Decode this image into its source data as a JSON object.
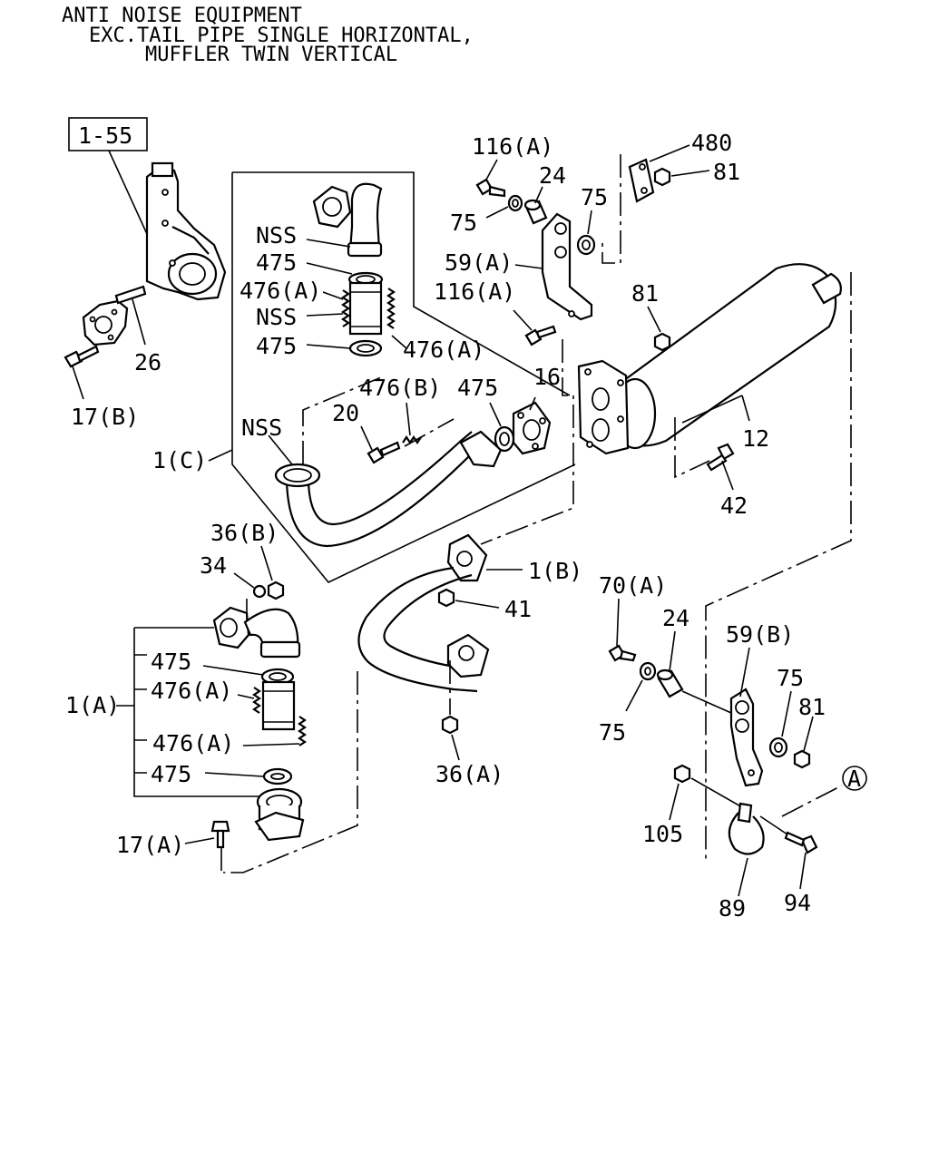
{
  "header": {
    "line1": "ANTI NOISE EQUIPMENT",
    "line2": "EXC.TAIL PIPE SINGLE HORIZONTAL,",
    "line3": "MUFFLER TWIN VERTICAL"
  },
  "ref_box": "1-55",
  "callouts": {
    "c116a_top": "116(A)",
    "c24_top": "24",
    "c480": "480",
    "c81_top": "81",
    "c75_top_right": "75",
    "c75_top_left": "75",
    "c59a": "59(A)",
    "c116a_mid": "116(A)",
    "c81_mid": "81",
    "c12": "12",
    "c42": "42",
    "c16": "16",
    "c475_mid": "475",
    "c476b": "476(B)",
    "c20": "20",
    "c1c": "1(C)",
    "nss_1": "NSS",
    "c475_1": "475",
    "c476a_1": "476(A)",
    "nss_2": "NSS",
    "c475_2": "475",
    "c476a_2": "476(A)",
    "nss_3": "NSS",
    "c26": "26",
    "c17b": "17(B)",
    "c36b": "36(B)",
    "c34": "34",
    "c1b": "1(B)",
    "c41": "41",
    "c36a": "36(A)",
    "c1a": "1(A)",
    "c475_a1": "475",
    "c476a_a1": "476(A)",
    "c476a_a2": "476(A)",
    "c475_a2": "475",
    "c17a": "17(A)",
    "c70a": "70(A)",
    "c24_low": "24",
    "c59b": "59(B)",
    "c75_low_right": "75",
    "c81_low": "81",
    "c75_low_left": "75",
    "c105": "105",
    "c89": "89",
    "c94": "94",
    "circle_a": "A"
  }
}
